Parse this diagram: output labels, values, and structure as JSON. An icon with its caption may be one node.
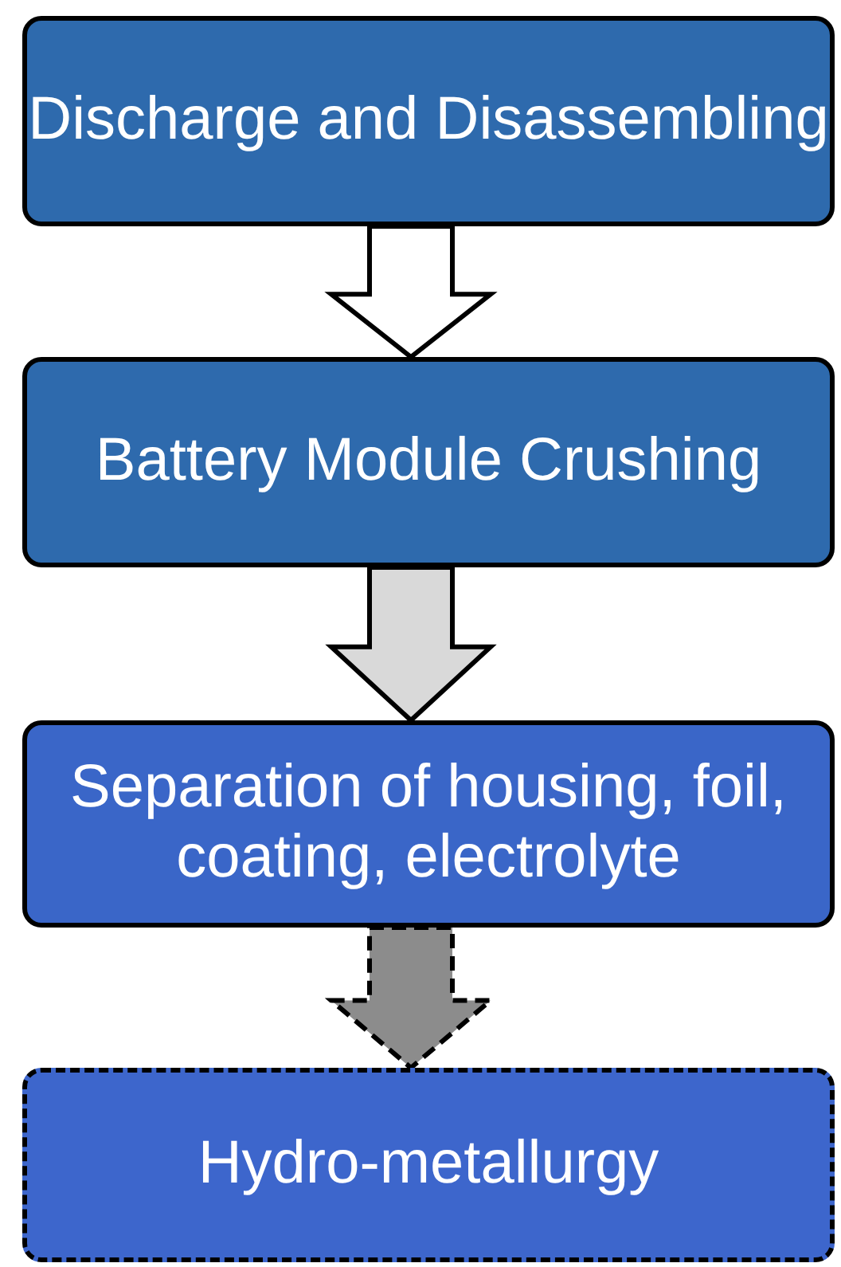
{
  "diagram": {
    "nodes": [
      {
        "text": [
          "Discharge and Disassembling"
        ]
      },
      {
        "text": [
          "Battery Module Crushing"
        ]
      },
      {
        "text": [
          "Separation of  housing, foil, coating, electrolyte"
        ]
      },
      {
        "text": [
          "Hydro-metallurgy"
        ]
      }
    ],
    "edges": [
      {
        "from": 0,
        "to": 1,
        "arrow": "to",
        "color": "#ffffff"
      },
      {
        "from": 1,
        "to": 2,
        "arrow": "to",
        "color": "#d9d9d9"
      },
      {
        "from": 2,
        "to": 3,
        "arrow": "to",
        "color": "#8c8c8c",
        "style": "dashed"
      }
    ]
  }
}
